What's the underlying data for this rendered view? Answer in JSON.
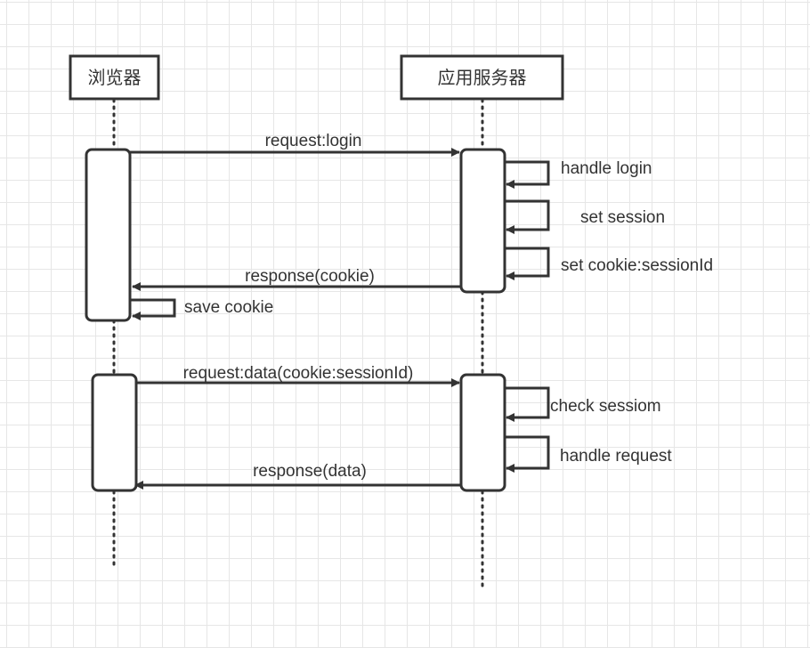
{
  "diagram": {
    "type": "sequence-diagram",
    "colors": {
      "line": "#333333",
      "text": "#333333",
      "grid": "#e6e6e6",
      "background": "#ffffff"
    },
    "participants": [
      {
        "id": "browser",
        "label": "浏览器"
      },
      {
        "id": "server",
        "label": "应用服务器"
      }
    ],
    "messages": [
      {
        "from": "browser",
        "to": "server",
        "label": "request:login"
      },
      {
        "from": "server",
        "to": "server",
        "label": "handle login"
      },
      {
        "from": "server",
        "to": "server",
        "label": "set session"
      },
      {
        "from": "server",
        "to": "server",
        "label": "set cookie:sessionId"
      },
      {
        "from": "server",
        "to": "browser",
        "label": "response(cookie)"
      },
      {
        "from": "browser",
        "to": "browser",
        "label": "save cookie"
      },
      {
        "from": "browser",
        "to": "server",
        "label": "request:data(cookie:sessionId)"
      },
      {
        "from": "server",
        "to": "server",
        "label": "check sessiom"
      },
      {
        "from": "server",
        "to": "server",
        "label": "handle request"
      },
      {
        "from": "server",
        "to": "browser",
        "label": "response(data)"
      }
    ]
  }
}
